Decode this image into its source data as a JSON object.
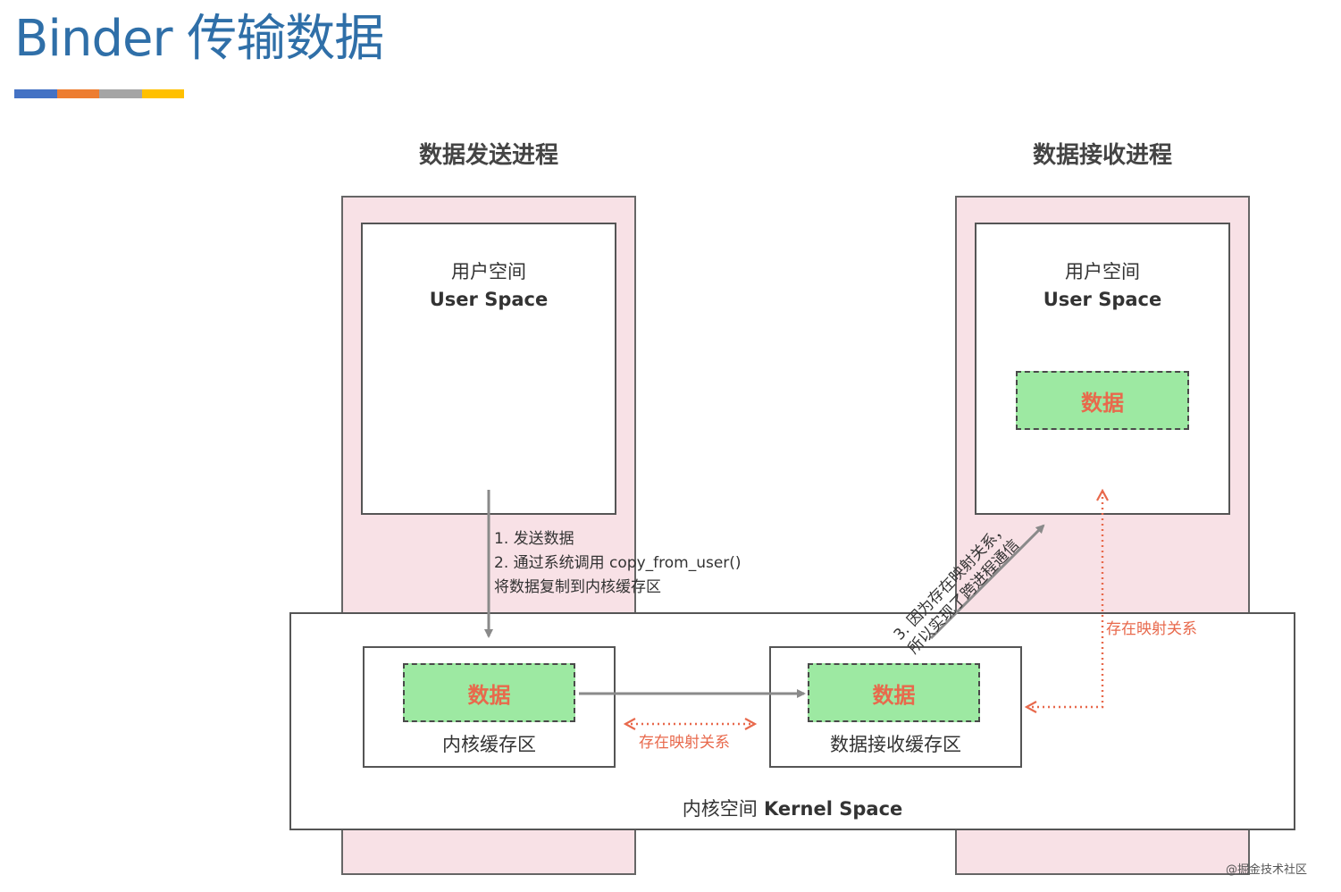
{
  "title": "Binder 传输数据",
  "title_bar_colors": [
    "#4472c4",
    "#ed7d31",
    "#a5a5a5",
    "#ffc000"
  ],
  "sender": {
    "heading": "数据发送进程",
    "user_space_cn": "用户空间",
    "user_space_en": "User Space"
  },
  "receiver": {
    "heading": "数据接收进程",
    "user_space_cn": "用户空间",
    "user_space_en": "User Space",
    "data_label": "数据"
  },
  "steps": {
    "line1": "1.   发送数据",
    "line2": "2.   通过系统调用 copy_from_user()",
    "line3": "将数据复制到内核缓存区",
    "step3_line1": "3. 因为存在映射关系，",
    "step3_line2": "所以实现了跨进程通信"
  },
  "kernel": {
    "label_cn": "内核空间",
    "label_en": "Kernel Space",
    "kernel_buffer": {
      "data_label": "数据",
      "label": "内核缓存区"
    },
    "receive_buffer": {
      "data_label": "数据",
      "label": "数据接收缓存区"
    },
    "mapping_label": "存在映射关系"
  },
  "receiver_mapping_label": "存在映射关系",
  "watermark": "@掘金技术社区",
  "colors": {
    "title": "#2f6fa8",
    "process_bg": "#f8e1e6",
    "data_bg": "#9de9a2",
    "mapping": "#e8694c",
    "arrow": "#8a8a8a"
  }
}
